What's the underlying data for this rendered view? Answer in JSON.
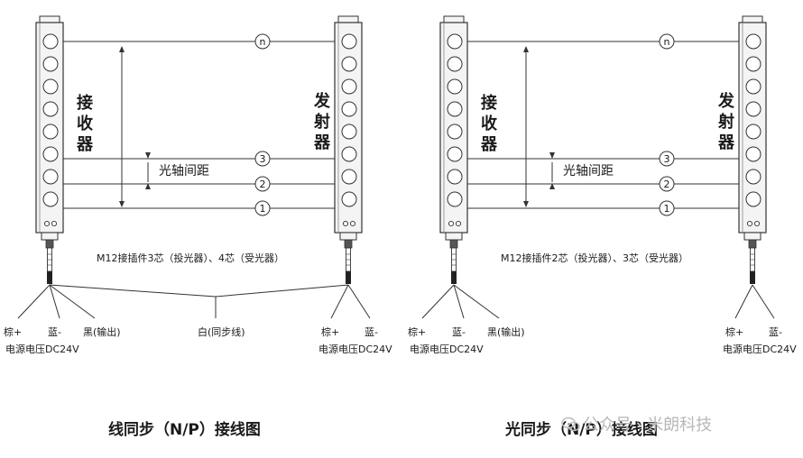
{
  "diagrams": [
    {
      "receiver_label": "接收器",
      "emitter_label": "发射器",
      "beam_labels": [
        "n",
        "3",
        "2",
        "1"
      ],
      "axis_spacing_label": "光轴间距",
      "connector_note": "M12接插件3芯（投光器）、4芯（受光器）",
      "wires": {
        "brown": "棕+",
        "blue": "蓝-",
        "black": "黑(输出)",
        "white": "白(同步线)",
        "right_brown": "棕+",
        "right_blue": "蓝-"
      },
      "power_label": "电源电压DC24V",
      "right_power_label": "电源电压DC24V",
      "title": "线同步（N/P）接线图"
    },
    {
      "receiver_label": "接收器",
      "emitter_label": "发射器",
      "beam_labels": [
        "n",
        "3",
        "2",
        "1"
      ],
      "axis_spacing_label": "光轴间距",
      "connector_note": "M12接插件2芯（投光器）、3芯（受光器）",
      "wires": {
        "brown": "棕+",
        "blue": "蓝-",
        "black": "黑(输出)",
        "right_brown": "棕+",
        "right_blue": "蓝-"
      },
      "power_label": "电源电压DC24V",
      "right_power_label": "电源电压DC24V",
      "title": "光同步（N/P）接线图"
    }
  ],
  "watermark": "公众号 · 米朗科技",
  "colors": {
    "line": "#333333",
    "bar_fill": "#f4f4f4"
  }
}
